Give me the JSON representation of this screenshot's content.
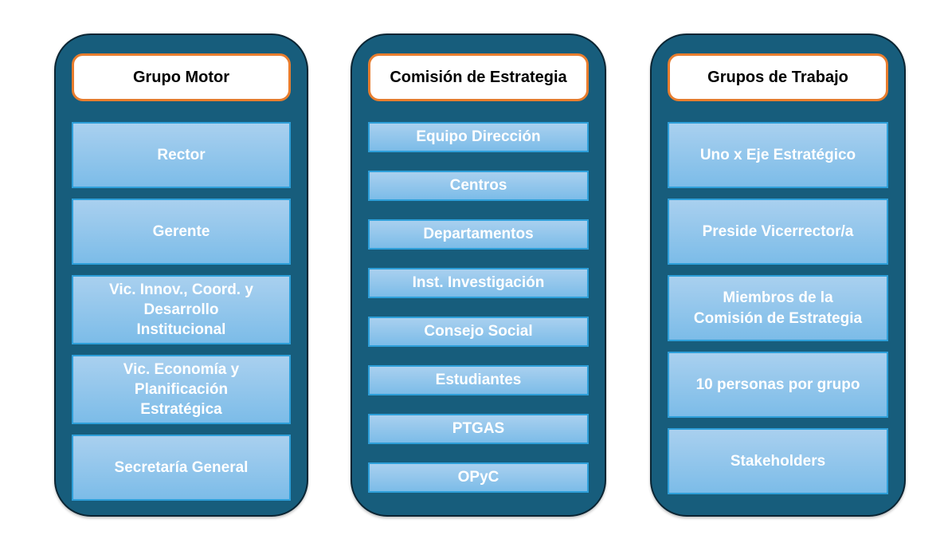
{
  "diagram_title": "",
  "colors": {
    "container_fill": "#175D7C",
    "container_border": "#0B2533",
    "header_fill": "#FFFFFF",
    "header_border": "#E87D2E",
    "header_text": "#000000",
    "box_fill_top": "#A9D0EF",
    "box_fill_bottom": "#7CBCE8",
    "box_border": "#2E9FD9",
    "box_text": "#FFFFFF",
    "page_bg": "#FFFFFF"
  },
  "columns": [
    {
      "id": "grupo-motor",
      "header": "Grupo Motor",
      "items": [
        "Rector",
        "Gerente",
        "Vic. Innov., Coord. y\nDesarrollo\nInstitucional",
        "Vic. Economía y\nPlanificación\nEstratégica",
        "Secretaría General"
      ]
    },
    {
      "id": "comision-de-estrategia",
      "header": "Comisión de Estrategia",
      "items": [
        "Equipo Dirección",
        "Centros",
        "Departamentos",
        "Inst. Investigación",
        "Consejo Social",
        "Estudiantes",
        "PTGAS",
        "OPyC"
      ]
    },
    {
      "id": "grupos-de-trabajo",
      "header": "Grupos de Trabajo",
      "items": [
        "Uno x Eje Estratégico",
        "Preside Vicerrector/a",
        "Miembros de la\nComisión de Estrategia",
        "10 personas por grupo",
        "Stakeholders"
      ]
    }
  ]
}
